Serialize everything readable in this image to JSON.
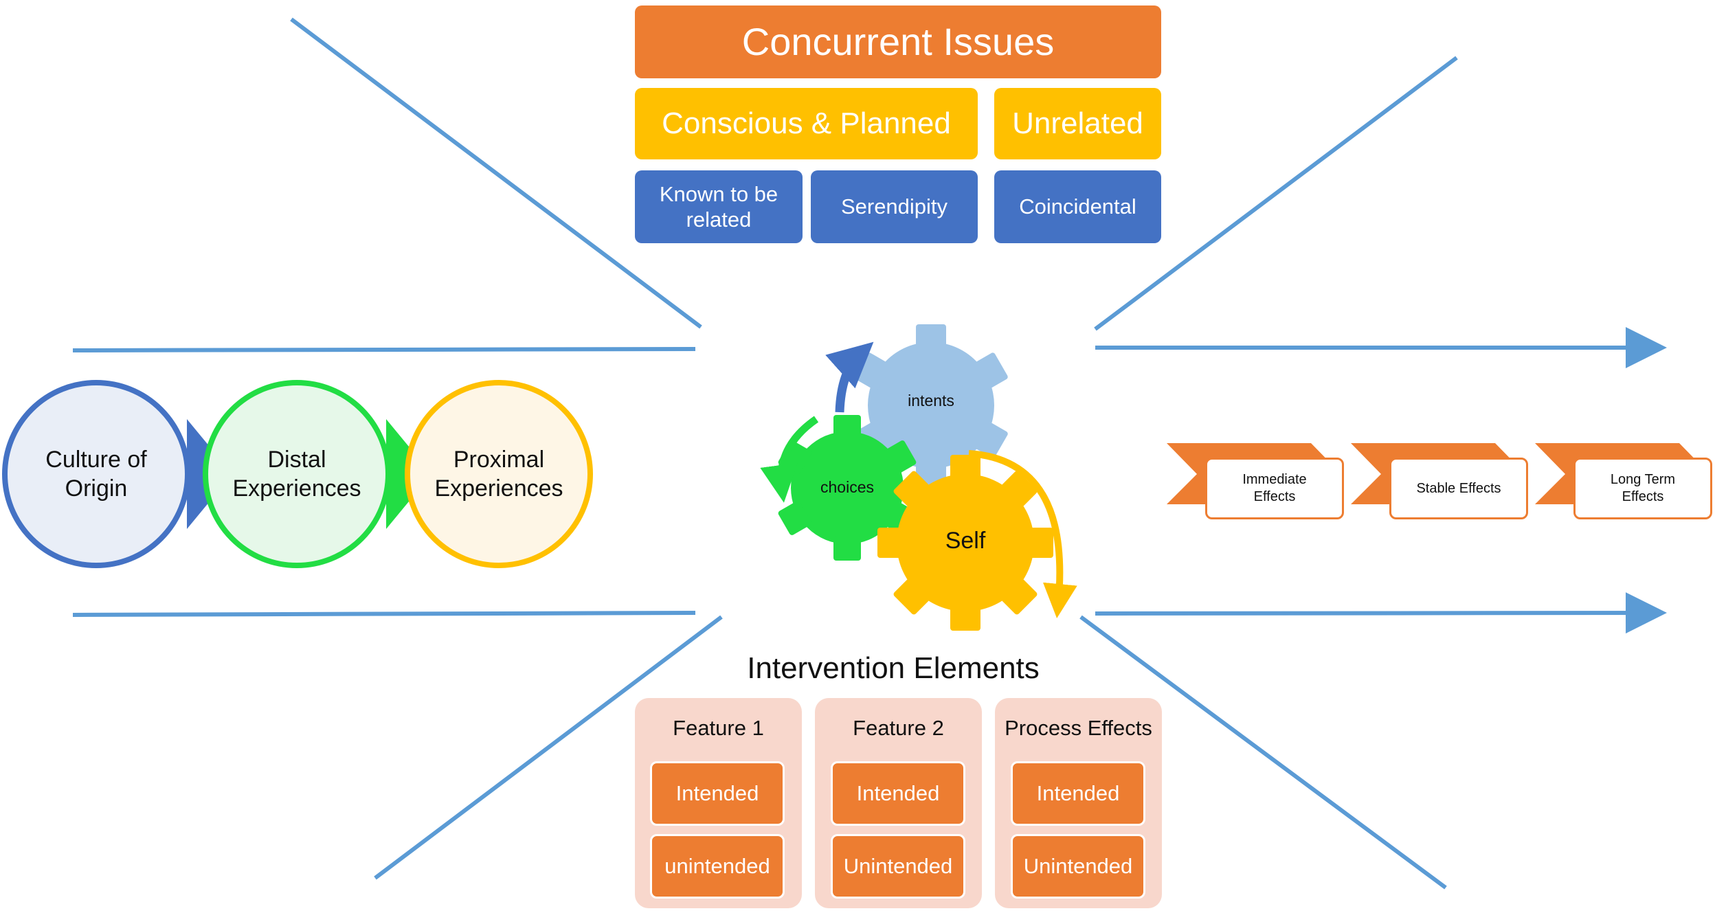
{
  "concurrent": {
    "title": "Concurrent Issues",
    "conscious": "Conscious & Planned",
    "unrelated": "Unrelated",
    "known": "Known to be related",
    "serendipity": "Serendipity",
    "coincidental": "Coincidental"
  },
  "circles": {
    "culture": "Culture of Origin",
    "distal": "Distal Experiences",
    "proximal": "Proximal Experiences"
  },
  "gears": {
    "intents": "intents",
    "choices": "choices",
    "self": "Self"
  },
  "effects": {
    "immediate": "Immediate Effects",
    "stable": "Stable Effects",
    "long_term": "Long Term Effects"
  },
  "intervention": {
    "title": "Intervention Elements",
    "columns": [
      {
        "title": "Feature 1",
        "intended": "Intended",
        "unintended": "unintended"
      },
      {
        "title": "Feature 2",
        "intended": "Intended",
        "unintended": "Unintended"
      },
      {
        "title": "Process Effects",
        "intended": "Intended",
        "unintended": "Unintended"
      }
    ]
  },
  "colors": {
    "orange": "#ED7D31",
    "yellow": "#FFC000",
    "blue": "#4472C4",
    "line_blue": "#5B9BD5",
    "green": "#22DD44",
    "light_blue_gear": "#9DC3E6",
    "pink": "#F8D7CC"
  }
}
